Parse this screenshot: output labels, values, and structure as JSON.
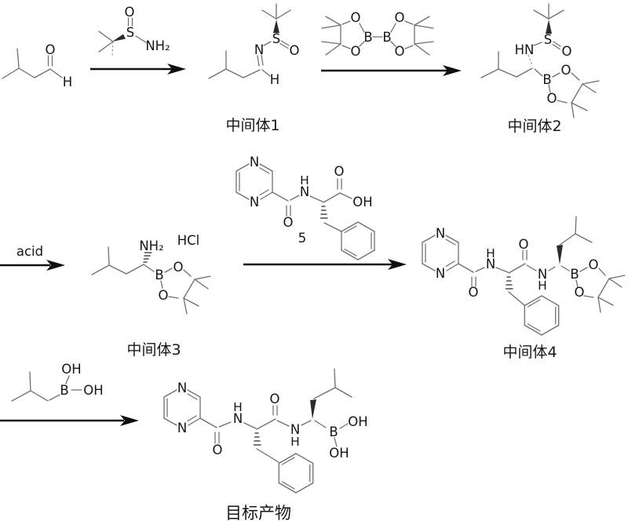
{
  "figure": {
    "type": "chemical-reaction-scheme",
    "background_color": "#ffffff",
    "bond_color": "#6e6e6e",
    "text_color": "#161616",
    "arrow_color": "#101010"
  },
  "atoms": {
    "O": "O",
    "H": "H",
    "N": "N",
    "S": "S",
    "B": "B",
    "NH2": "NH₂",
    "HN": "HN",
    "OH": "OH",
    "HCl": "HCl"
  },
  "labels": {
    "intermediate1": "中间体1",
    "intermediate2": "中间体2",
    "intermediate3": "中间体3",
    "intermediate4": "中间体4",
    "target_product": "目标产物",
    "acid": "acid",
    "compound5": "5"
  }
}
